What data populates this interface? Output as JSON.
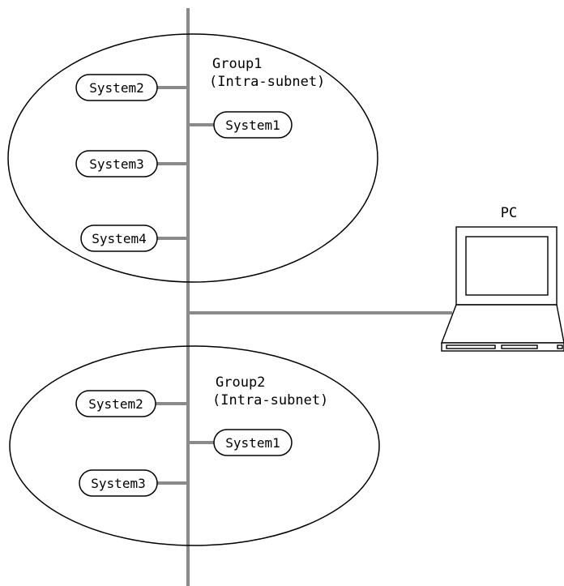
{
  "groups": [
    {
      "name": "Group1",
      "subtitle": "(Intra-subnet)",
      "systems": [
        "System2",
        "System1",
        "System3",
        "System4"
      ]
    },
    {
      "name": "Group2",
      "subtitle": "(Intra-subnet)",
      "systems": [
        "System2",
        "System1",
        "System3"
      ]
    }
  ],
  "pc": {
    "label": "PC"
  },
  "colors": {
    "network_line": "#8a8a8a",
    "outline": "#000000",
    "background": "#ffffff"
  },
  "icons": [
    "laptop-icon"
  ]
}
